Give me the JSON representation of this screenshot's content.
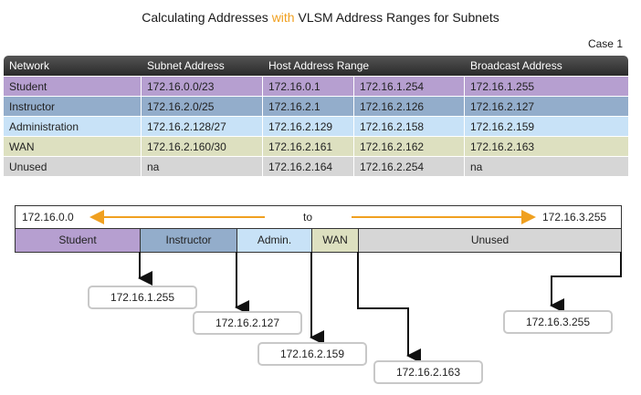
{
  "title": {
    "part1": "Calculating Addresses ",
    "with": "with",
    "part2": " VLSM Address Ranges for Subnets"
  },
  "case_label": "Case 1",
  "table": {
    "headers": [
      "Network",
      "Subnet Address",
      "Host Address Range",
      "",
      "Broadcast Address"
    ],
    "rows": [
      [
        "Student",
        "172.16.0.0/23",
        "172.16.0.1",
        "172.16.1.254",
        "172.16.1.255"
      ],
      [
        "Instructor",
        "172.16.2.0/25",
        "172.16.2.1",
        "172.16.2.126",
        "172.16.2.127"
      ],
      [
        "Administration",
        "172.16.2.128/27",
        "172.16.2.129",
        "172.16.2.158",
        "172.16.2.159"
      ],
      [
        "WAN",
        "172.16.2.160/30",
        "172.16.2.161",
        "172.16.2.162",
        "172.16.2.163"
      ],
      [
        "Unused",
        "na",
        "172.16.2.164",
        "172.16.2.254",
        "na"
      ]
    ]
  },
  "range": {
    "start": "172.16.0.0",
    "to": "to",
    "end": "172.16.3.255"
  },
  "segments": [
    "Student",
    "Instructor",
    "Admin.",
    "WAN",
    "Unused"
  ],
  "callouts": [
    "172.16.1.255",
    "172.16.2.127",
    "172.16.2.159",
    "172.16.2.163",
    "172.16.3.255"
  ],
  "colors": {
    "student": "#b69fd0",
    "instructor": "#93adcb",
    "admin": "#c8e2f7",
    "wan": "#dde0c0",
    "unused": "#d6d6d6",
    "arrow": "#f0a020",
    "title_accent": "#f0a020"
  }
}
